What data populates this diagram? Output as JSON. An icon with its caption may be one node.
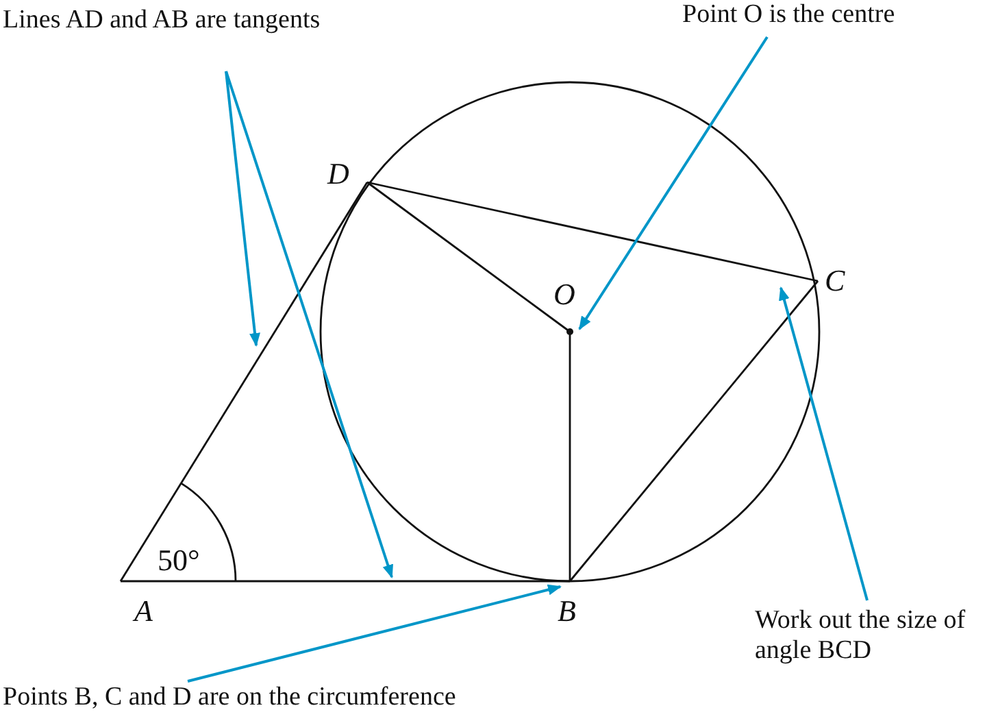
{
  "diagram": {
    "nodes": [
      {
        "text": [
          "Lines AD and AB are tangents"
        ]
      },
      {
        "text": [
          "Point O is the centre"
        ]
      },
      {
        "text": [
          "Work out the size of angle BCD"
        ]
      },
      {
        "text": [
          "Points B, C and D are on the circumference"
        ]
      },
      {
        "text": [
          "O"
        ]
      },
      {
        "text": [
          "B"
        ]
      }
    ],
    "edges": [
      {
        "from": 0,
        "to": null,
        "arrow": "to"
      },
      {
        "from": 0,
        "to": null,
        "arrow": "to"
      },
      {
        "from": 1,
        "to": 4,
        "arrow": "to"
      },
      {
        "from": 2,
        "to": null,
        "arrow": "to"
      },
      {
        "from": 3,
        "to": 5,
        "arrow": "to"
      }
    ],
    "labels": [
      "D",
      "C",
      "50°",
      "A"
    ]
  }
}
